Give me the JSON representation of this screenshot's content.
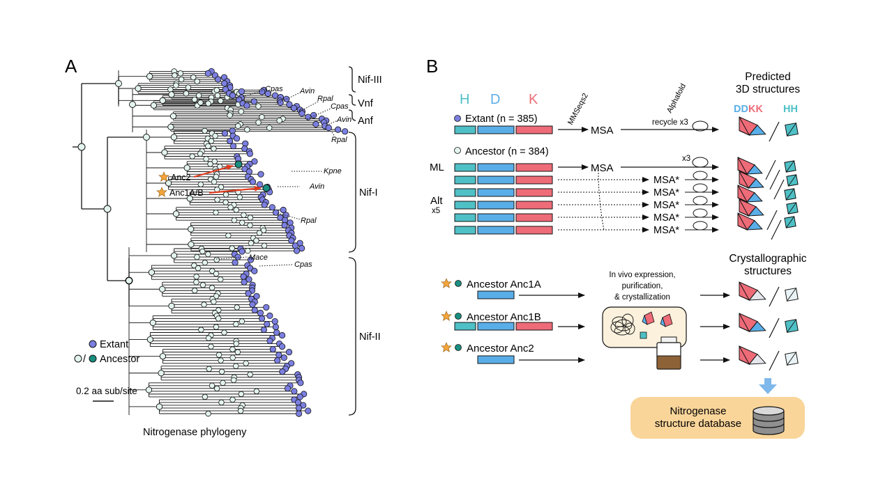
{
  "colors": {
    "extant": "#7b7fe0",
    "ancestor_fill": "#e3f3ee",
    "ancestor_highlight": "#1a8f80",
    "star": "#f3a43a",
    "arrow_red": "#e03a1e",
    "H": "#4ec0c6",
    "D": "#5aaee8",
    "K": "#ee6b78",
    "db_box": "#f9d59a",
    "down_arrow": "#7fb8ea"
  },
  "panelA": {
    "label": "A",
    "clades": [
      "Nif-III",
      "Vnf",
      "Anf",
      "Nif-I",
      "Nif-II"
    ],
    "taxa": [
      {
        "text": "Cpas"
      },
      {
        "text": "Avin"
      },
      {
        "text": "Rpal"
      },
      {
        "text": "Cpas"
      },
      {
        "text": "Avin"
      },
      {
        "text": "Rpal"
      },
      {
        "text": "Kpne"
      },
      {
        "text": "Avin"
      },
      {
        "text": "Rpal"
      },
      {
        "text": "Mace"
      },
      {
        "text": "Cpas"
      }
    ],
    "ancestors": [
      "Anc2",
      "Anc1A/B"
    ],
    "legend": {
      "extant": "Extant",
      "ancestor": "Ancestor"
    },
    "scale": "0.2 aa sub/site",
    "caption": "Nitrogenase phylogeny"
  },
  "panelB": {
    "label": "B",
    "letters": {
      "H": "H",
      "D": "D",
      "K": "K"
    },
    "predicted_title": [
      "Predicted",
      "3D structures"
    ],
    "complex_labels": {
      "ddkk_dd": "DD",
      "ddkk_kk": "KK",
      "hh": "HH"
    },
    "extant": "Extant (n = 385)",
    "ancestor": "Ancestor (n = 384)",
    "mmseqs": "MMSeqs2",
    "alphafold": "Alphafold",
    "recycle": "recycle x3",
    "x3": "x3",
    "msa": "MSA",
    "msa_star": "MSA*",
    "ml": "ML",
    "alt": "Alt",
    "x5": "x5",
    "crystal_title": [
      "Crystallographic",
      "structures"
    ],
    "exp_text": [
      "In vivo expression,",
      "purification,",
      "& crystallization"
    ],
    "anc1a": "Ancestor Anc1A",
    "anc1b": "Ancestor Anc1B",
    "anc2": "Ancestor Anc2",
    "database": [
      "Nitrogenase",
      "structure database"
    ]
  }
}
